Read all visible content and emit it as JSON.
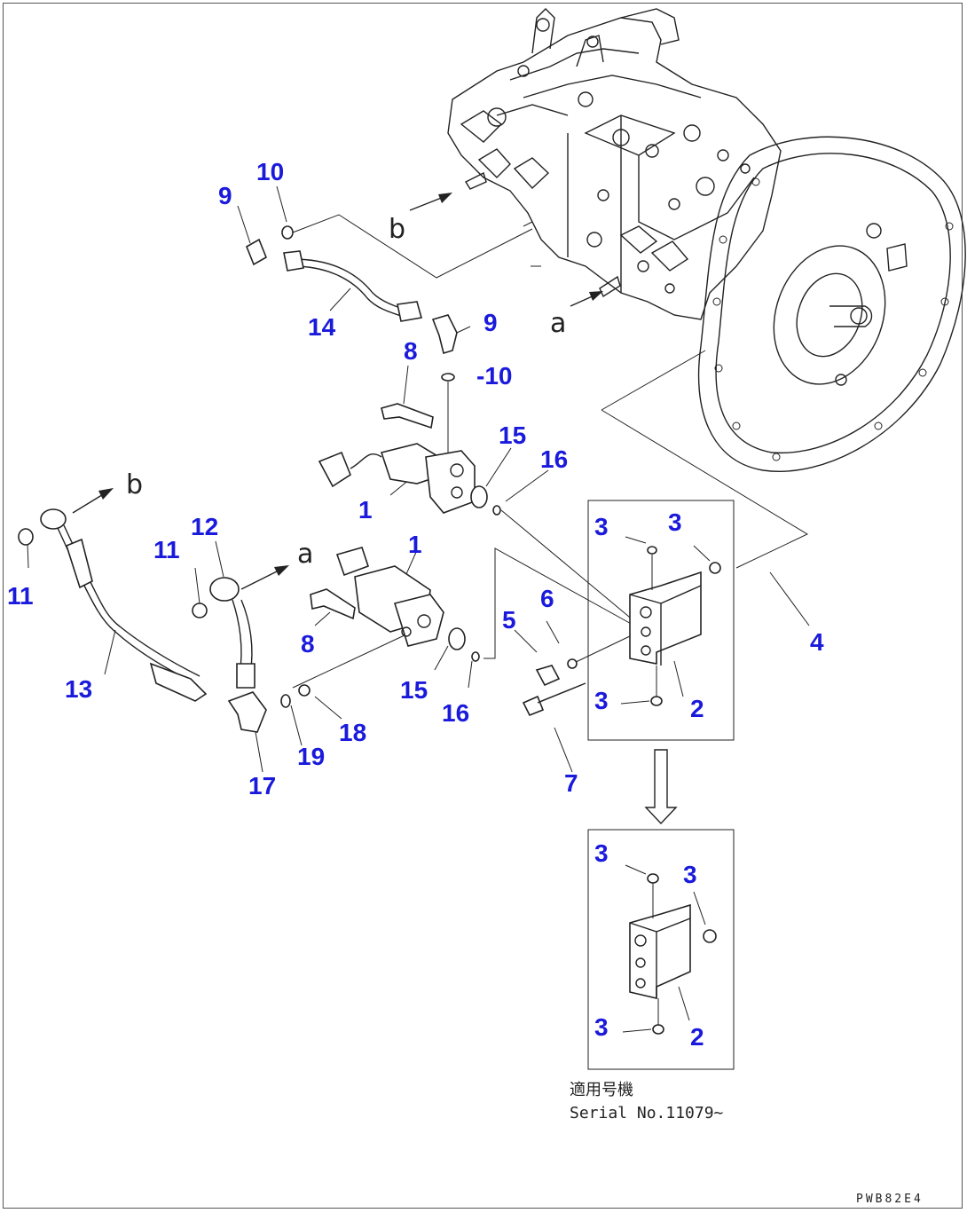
{
  "diagram": {
    "callouts": {
      "c1a": "1",
      "c1b": "1",
      "c2a": "2",
      "c2b": "2",
      "c3a": "3",
      "c3b": "3",
      "c3c": "3",
      "c3d": "3",
      "c3e": "3",
      "c3f": "3",
      "c4": "4",
      "c5": "5",
      "c6": "6",
      "c7": "7",
      "c8a": "8",
      "c8b": "8",
      "c9a": "9",
      "c9b": "9",
      "c10a": "10",
      "c10b": "-10",
      "c11a": "11",
      "c11b": "11",
      "c12": "12",
      "c13": "13",
      "c14": "14",
      "c15a": "15",
      "c15b": "15",
      "c16a": "16",
      "c16b": "16",
      "c17": "17",
      "c18": "18",
      "c19": "19"
    },
    "arrow_letters": {
      "a1": "a",
      "a2": "a",
      "b1": "b",
      "b2": "b"
    },
    "applicability_note": {
      "line1": "適用号機",
      "line2": "Serial No.11079~"
    },
    "drawing_code": "PWB82E4"
  }
}
